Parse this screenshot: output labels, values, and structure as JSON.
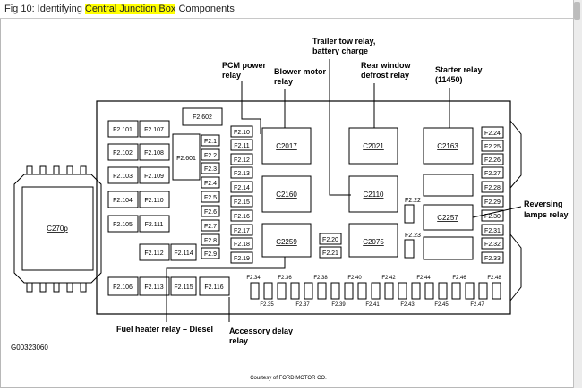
{
  "title": {
    "prefix": "Fig 10: Identifying ",
    "highlight": "Central Junction Box",
    "suffix": " Components"
  },
  "callouts": {
    "pcm": [
      "PCM power",
      "relay"
    ],
    "blower": [
      "Blower motor",
      "relay"
    ],
    "trailer": [
      "Trailer tow relay,",
      "battery charge"
    ],
    "rear": [
      "Rear window",
      "defrost relay"
    ],
    "starter": [
      "Starter relay",
      "(11450)"
    ],
    "reversing": [
      "Reversing",
      "lamps relay"
    ],
    "fuel": "Fuel heater relay – Diesel",
    "accessory": [
      "Accessory delay",
      "relay"
    ]
  },
  "connector_label": "C270p",
  "diagram_id": "G00323060",
  "credit": "Courtesy of FORD MOTOR CO.",
  "relays": {
    "c2017": "C2017",
    "c2021": "C2021",
    "c2163": "C2163",
    "c2160": "C2160",
    "c2110": "C2110",
    "c2257": "C2257",
    "c2259": "C2259",
    "c2075": "C2075"
  },
  "fuses": {
    "f2_101": "F2.101",
    "f2_107": "F2.107",
    "f2_102": "F2.102",
    "f2_108": "F2.108",
    "f2_103": "F2.103",
    "f2_109": "F2.109",
    "f2_104": "F2.104",
    "f2_110": "F2.110",
    "f2_105": "F2.105",
    "f2_111": "F2.111",
    "f2_106": "F2.106",
    "f2_113": "F2.113",
    "f2_115": "F2.115",
    "f2_116": "F2.116",
    "f2_112": "F2.112",
    "f2_114": "F2.114",
    "f2_601": "F2.601",
    "f2_602": "F2.602",
    "f2_1": "F2.1",
    "f2_2": "F2.2",
    "f2_3": "F2.3",
    "f2_4": "F2.4",
    "f2_5": "F2.5",
    "f2_6": "F2.6",
    "f2_7": "F2.7",
    "f2_8": "F2.8",
    "f2_9": "F2.9",
    "f2_10": "F2.10",
    "f2_11": "F2.11",
    "f2_12": "F2.12",
    "f2_13": "F2.13",
    "f2_14": "F2.14",
    "f2_15": "F2.15",
    "f2_16": "F2.16",
    "f2_17": "F2.17",
    "f2_18": "F2.18",
    "f2_19": "F2.19",
    "f2_20": "F2.20",
    "f2_21": "F2.21",
    "f2_22": "F2.22",
    "f2_23": "F2.23",
    "f2_24": "F2.24",
    "f2_25": "F2.25",
    "f2_26": "F2.26",
    "f2_27": "F2.27",
    "f2_28": "F2.28",
    "f2_29": "F2.29",
    "f2_30": "F2.30",
    "f2_31": "F2.31",
    "f2_32": "F2.32",
    "f2_33": "F2.33",
    "f2_34": "F2.34",
    "f2_35": "F2.35",
    "f2_36": "F2.36",
    "f2_37": "F2.37",
    "f2_38": "F2.38",
    "f2_39": "F2.39",
    "f2_40": "F2.40",
    "f2_41": "F2.41",
    "f2_42": "F2.42",
    "f2_43": "F2.43",
    "f2_44": "F2.44",
    "f2_45": "F2.45",
    "f2_46": "F2.46",
    "f2_47": "F2.47",
    "f2_48": "F2.48"
  }
}
